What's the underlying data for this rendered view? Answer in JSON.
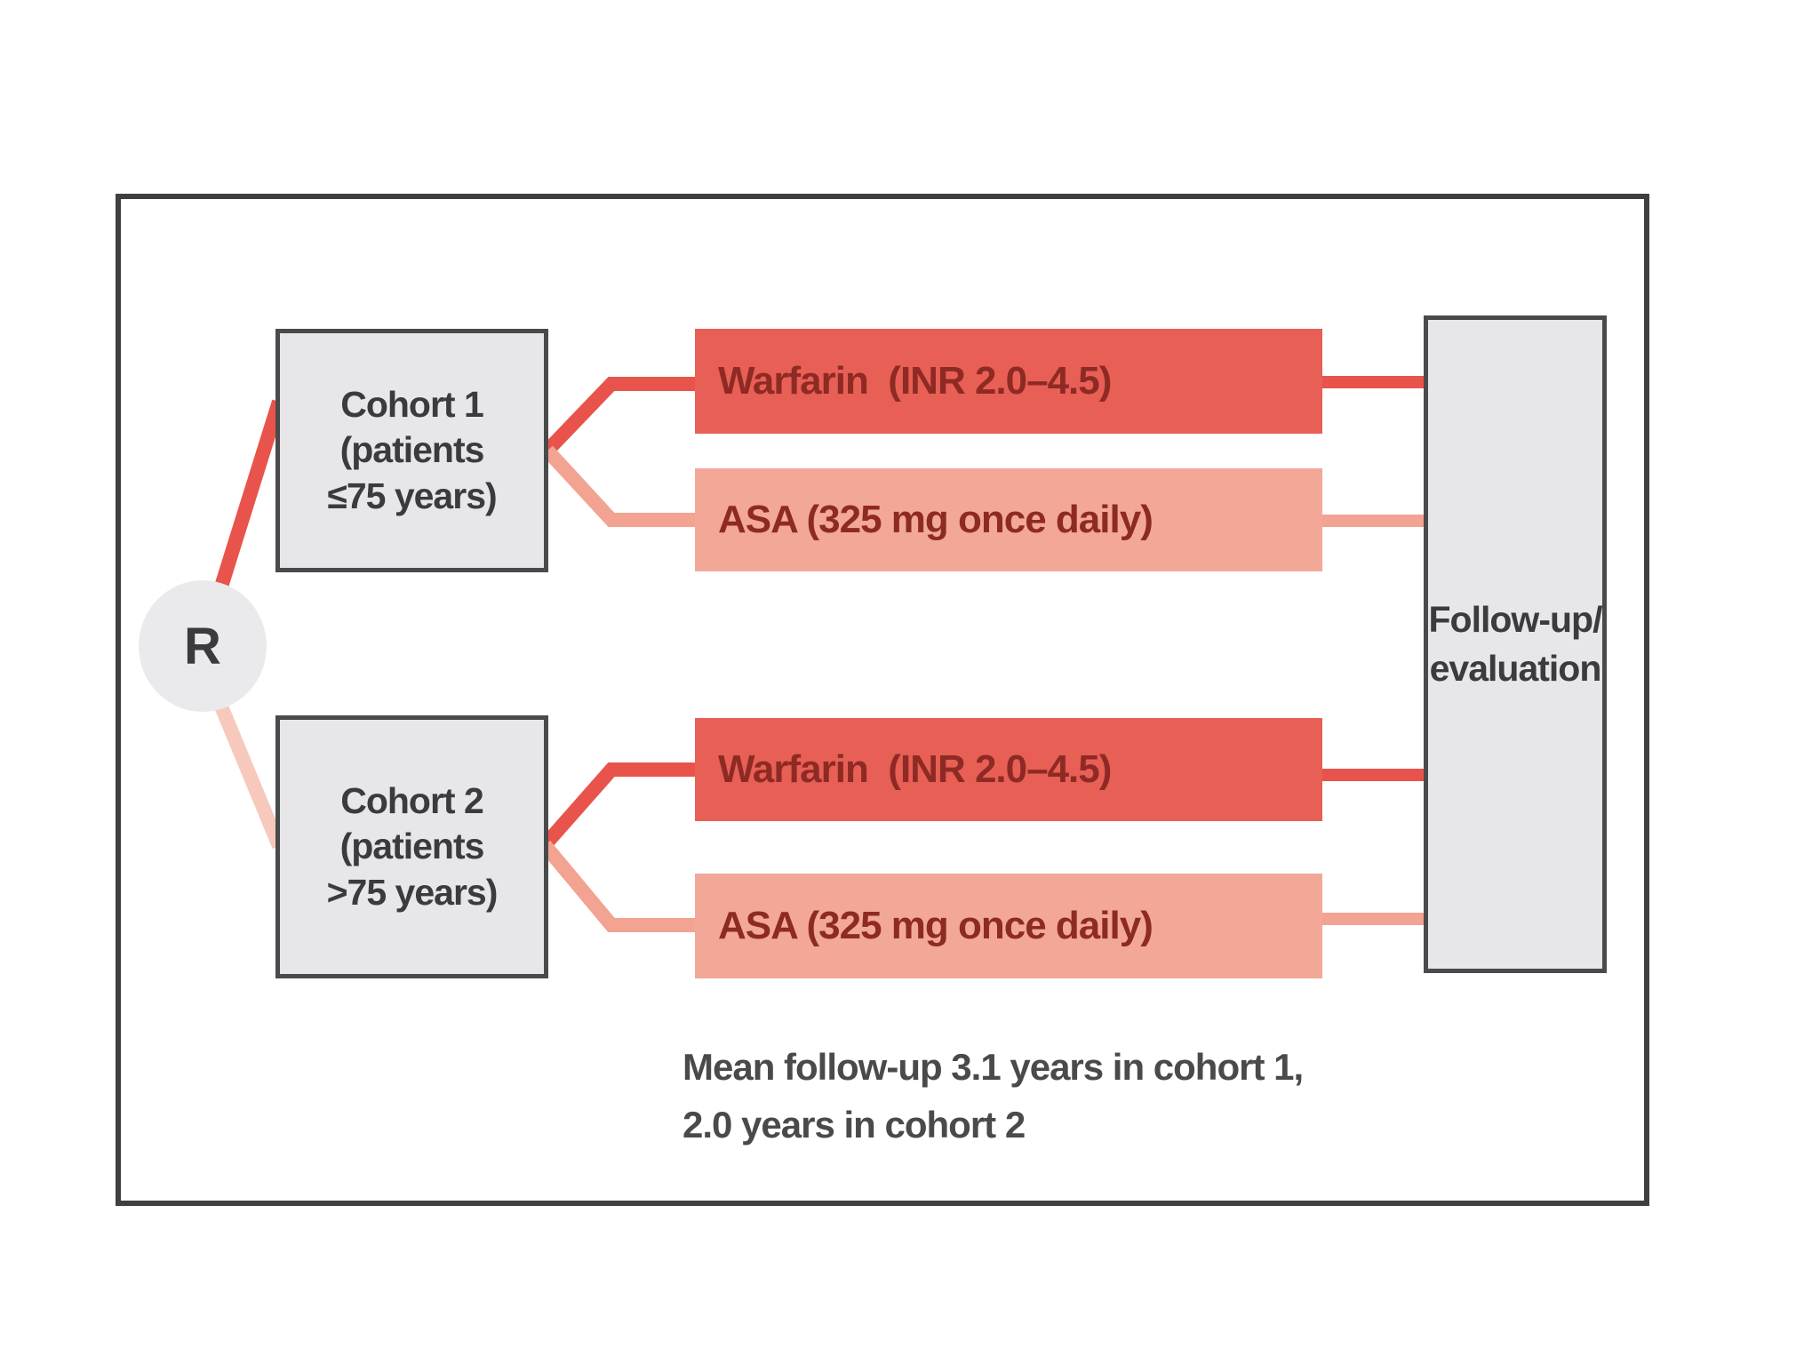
{
  "diagram": {
    "randomization_label": "R",
    "cohorts": [
      {
        "name": "cohort-1",
        "lines": [
          "Cohort 1",
          "(patients",
          "≤75 years)"
        ],
        "arms": [
          {
            "drug": "warfarin",
            "label": "Warfarin  (INR 2.0–4.5)"
          },
          {
            "drug": "asa",
            "label": "ASA (325 mg once daily)"
          }
        ]
      },
      {
        "name": "cohort-2",
        "lines": [
          "Cohort 2",
          "(patients",
          ">75 years)"
        ],
        "arms": [
          {
            "drug": "warfarin",
            "label": "Warfarin  (INR 2.0–4.5)"
          },
          {
            "drug": "asa",
            "label": "ASA (325 mg once daily)"
          }
        ]
      }
    ],
    "followup": {
      "lines": [
        "Follow-up/",
        "evaluation"
      ]
    },
    "caption": {
      "line1": "Mean follow-up 3.1 years in cohort 1,",
      "line2": "2.0 years in cohort 2"
    },
    "colors": {
      "warfarin_bar": "#e85f56",
      "asa_bar": "#f3a897",
      "bar_text": "#8e2a24",
      "connector_red": "#e8544b",
      "connector_pink": "#f2a392",
      "connector_pale": "#f6c9bc",
      "box_fill": "#e7e7e9",
      "box_border": "#494a4c",
      "circle_fill": "#eaeaec",
      "frame_border": "#3e3f41",
      "text_dark": "#3b3b3d",
      "caption_text": "#4a4a4c"
    }
  }
}
